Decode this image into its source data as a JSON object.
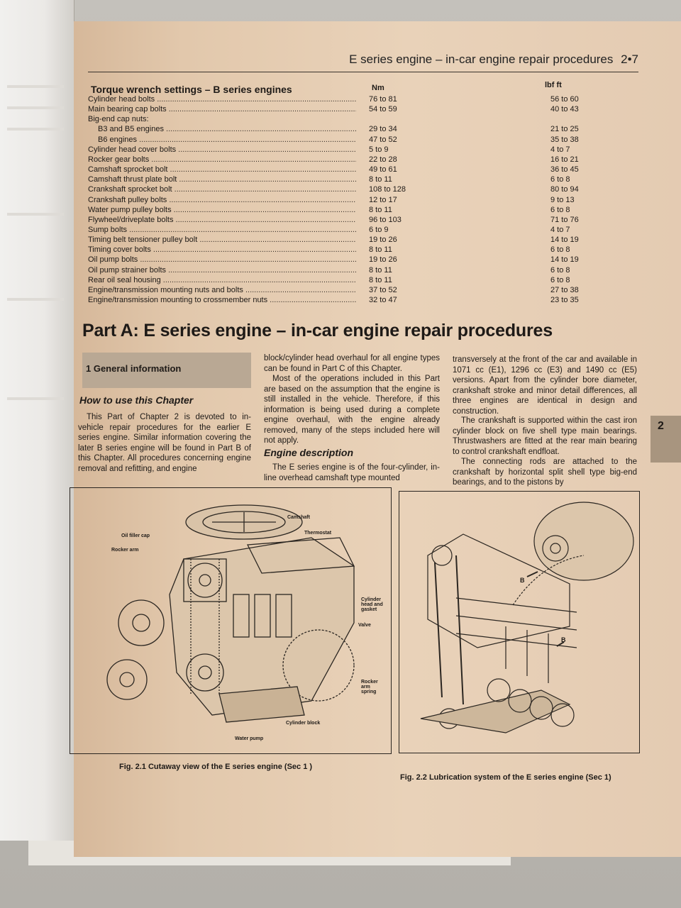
{
  "header": {
    "running_head": "E series engine – in-car engine repair procedures",
    "page_number": "2•7"
  },
  "torque_table": {
    "title": "Torque wrench settings – B series engines",
    "col_nm": "Nm",
    "col_lbf": "lbf ft",
    "rows": [
      {
        "label": "Cylinder head bolts",
        "nm": "76 to 81",
        "lbf": "56 to 60"
      },
      {
        "label": "Main bearing cap bolts",
        "nm": "54 to 59",
        "lbf": "40 to 43"
      },
      {
        "label": "Big-end cap nuts:",
        "nm": "",
        "lbf": ""
      },
      {
        "label": "B3 and B5 engines",
        "nm": "29 to 34",
        "lbf": "21 to 25"
      },
      {
        "label": "B6 engines",
        "nm": "47 to 52",
        "lbf": "35 to 38"
      },
      {
        "label": "Cylinder head cover bolts",
        "nm": "5 to 9",
        "lbf": "4 to 7"
      },
      {
        "label": "Rocker gear bolts",
        "nm": "22 to 28",
        "lbf": "16 to 21"
      },
      {
        "label": "Camshaft sprocket bolt",
        "nm": "49 to 61",
        "lbf": "36 to 45"
      },
      {
        "label": "Camshaft thrust plate bolt",
        "nm": "8 to 11",
        "lbf": "6 to 8"
      },
      {
        "label": "Crankshaft sprocket bolt",
        "nm": "108 to 128",
        "lbf": "80 to 94"
      },
      {
        "label": "Crankshaft pulley bolts",
        "nm": "12 to 17",
        "lbf": "9 to 13"
      },
      {
        "label": "Water pump pulley bolts",
        "nm": "8 to 11",
        "lbf": "6 to 8"
      },
      {
        "label": "Flywheel/driveplate bolts",
        "nm": "96 to 103",
        "lbf": "71 to 76"
      },
      {
        "label": "Sump bolts",
        "nm": "6 to 9",
        "lbf": "4 to 7"
      },
      {
        "label": "Timing belt tensioner pulley bolt",
        "nm": "19 to 26",
        "lbf": "14 to 19"
      },
      {
        "label": "Timing cover bolts",
        "nm": "8 to 11",
        "lbf": "6 to 8"
      },
      {
        "label": "Oil pump bolts",
        "nm": "19 to 26",
        "lbf": "14 to 19"
      },
      {
        "label": "Oil pump strainer bolts",
        "nm": "8 to 11",
        "lbf": "6 to 8"
      },
      {
        "label": "Rear oil seal housing",
        "nm": "8 to 11",
        "lbf": "6 to 8"
      },
      {
        "label": "Engine/transmission mounting nuts and bolts",
        "nm": "37 to 52",
        "lbf": "27 to 38"
      },
      {
        "label": "Engine/transmission mounting to crossmember nuts",
        "nm": "32 to 47",
        "lbf": "23 to 35"
      }
    ]
  },
  "part_heading": "Part A: E series engine – in-car engine repair procedures",
  "section": {
    "box_title": "1 General information",
    "how_to_heading": "How to use this Chapter",
    "how_to_text": "This Part of Chapter 2 is devoted to in-vehicle repair procedures for the earlier E series engine. Similar information covering the later B series engine will be found in Part B of this Chapter. All procedures concerning engine removal and refitting, and engine",
    "col2_para1": "block/cylinder head overhaul for all engine types can be found in Part C of this Chapter.",
    "col2_para2": "Most of the operations included in this Part are based on the assumption that the engine is still installed in the vehicle. Therefore, if this information is being used during a complete engine overhaul, with the engine already removed, many of the steps included here will not apply.",
    "engine_desc_heading": "Engine description",
    "col2_para3": "The E series engine is of the four-cylinder, in-line overhead camshaft type mounted",
    "col3_para1": "transversely at the front of the car and available in 1071 cc (E1), 1296 cc (E3) and 1490 cc (E5) versions. Apart from the cylinder bore diameter, crankshaft stroke and minor detail differences, all three engines are identical in design and construction.",
    "col3_para2": "The crankshaft is supported within the cast iron cylinder block on five shell type main bearings. Thrustwashers are fitted at the rear main bearing to control crankshaft endfloat.",
    "col3_para3": "The connecting rods are attached to the crankshaft by horizontal split shell type big-end bearings, and to the pistons by"
  },
  "side_tab": "2",
  "figures": {
    "fig1_caption": "Fig. 2.1 Cutaway view of the E series engine (Sec 1 )",
    "fig2_caption": "Fig. 2.2 Lubrication system of the E series engine (Sec 1)",
    "fig1_labels": {
      "camshaft": "Camshaft",
      "thermostat": "Thermostat",
      "oil_filler_cap": "Oil filler cap",
      "rocker_arm": "Rocker arm",
      "cylinder_head_gasket": "Cylinder head and gasket",
      "valve": "Valve",
      "rocker_arm_spring": "Rocker arm spring",
      "cylinder_block": "Cylinder block",
      "water_pump": "Water pump"
    },
    "fig2_labels": {
      "b1": "B",
      "b2": "B"
    }
  }
}
